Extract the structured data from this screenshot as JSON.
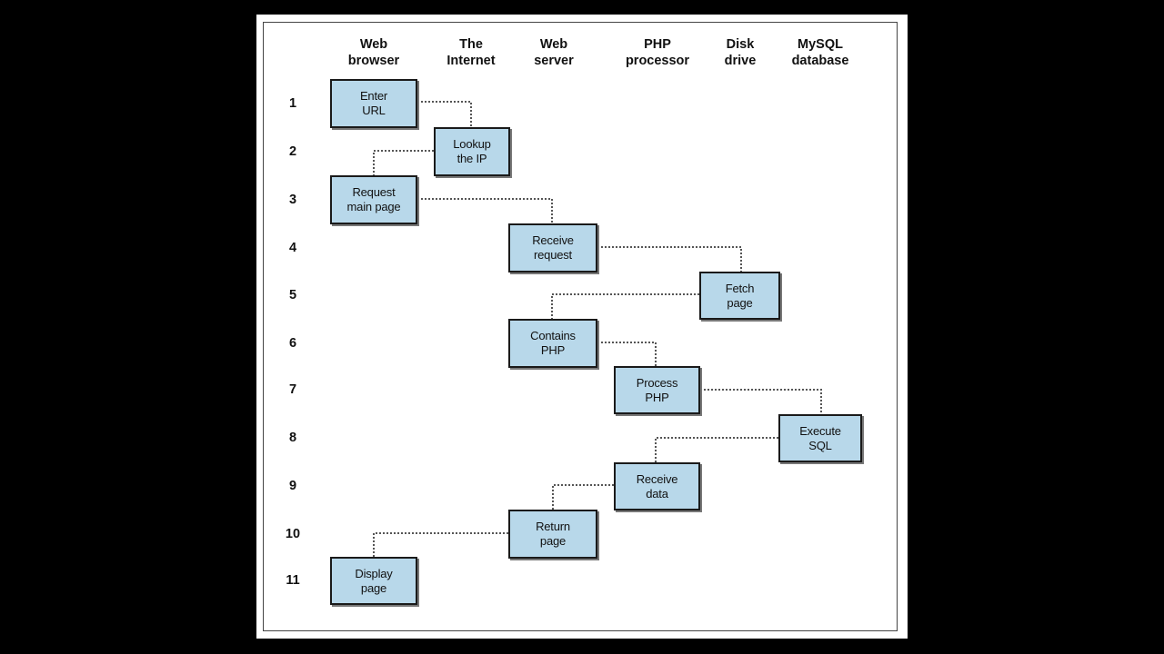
{
  "colors": {
    "background": "#000000",
    "figure_bg": "#ffffff",
    "box_fill": "#b8d8ea",
    "box_border": "#1a1a1a",
    "connector": "#555555"
  },
  "columns": [
    {
      "id": "browser",
      "label": "Web\nbrowser"
    },
    {
      "id": "internet",
      "label": "The\nInternet"
    },
    {
      "id": "server",
      "label": "Web\nserver"
    },
    {
      "id": "php",
      "label": "PHP\nprocessor"
    },
    {
      "id": "disk",
      "label": "Disk\ndrive"
    },
    {
      "id": "mysql",
      "label": "MySQL\ndatabase"
    }
  ],
  "rows": [
    "1",
    "2",
    "3",
    "4",
    "5",
    "6",
    "7",
    "8",
    "9",
    "10",
    "11"
  ],
  "steps": [
    {
      "row": 1,
      "column": "browser",
      "label": "Enter\nURL"
    },
    {
      "row": 2,
      "column": "internet",
      "label": "Lookup\nthe IP"
    },
    {
      "row": 3,
      "column": "browser",
      "label": "Request\nmain page"
    },
    {
      "row": 4,
      "column": "server",
      "label": "Receive\nrequest"
    },
    {
      "row": 5,
      "column": "disk",
      "label": "Fetch\npage"
    },
    {
      "row": 6,
      "column": "server",
      "label": "Contains\nPHP"
    },
    {
      "row": 7,
      "column": "php",
      "label": "Process\nPHP"
    },
    {
      "row": 8,
      "column": "mysql",
      "label": "Execute\nSQL"
    },
    {
      "row": 9,
      "column": "php",
      "label": "Receive\ndata"
    },
    {
      "row": 10,
      "column": "server",
      "label": "Return\npage"
    },
    {
      "row": 11,
      "column": "browser",
      "label": "Display\npage"
    }
  ]
}
